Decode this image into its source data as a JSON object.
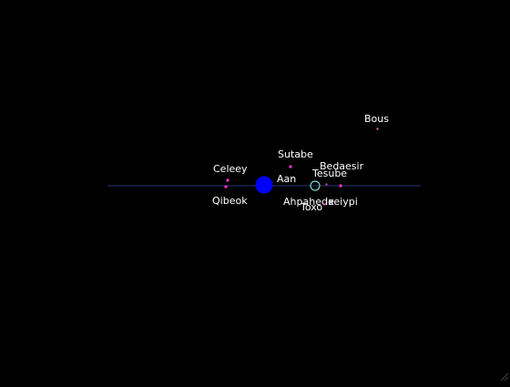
{
  "view": {
    "background": "#000000",
    "orbit_plane_color": "#1e2a5a",
    "label_color": "#ffffff"
  },
  "star": {
    "name": "Aan",
    "color": "#0000ff"
  },
  "selection": {
    "name": "Tesube",
    "ring_color": "#7fd0d0"
  },
  "bodies": [
    {
      "name": "Bous",
      "color": "#ff66cc"
    },
    {
      "name": "Sutabe",
      "color": "#ff33cc"
    },
    {
      "name": "Bedaesir",
      "color": "#ff33cc"
    },
    {
      "name": "Tesube",
      "color": "#7fd0d0"
    },
    {
      "name": "Celeey",
      "color": "#ff33cc"
    },
    {
      "name": "Qibeok",
      "color": "#ff33cc"
    },
    {
      "name": "Ahpahede",
      "color": "#ff33cc"
    },
    {
      "name": "Toxo",
      "color": "#ff33cc"
    },
    {
      "name": "Ixeiypi",
      "color": "#ff33cc"
    }
  ]
}
